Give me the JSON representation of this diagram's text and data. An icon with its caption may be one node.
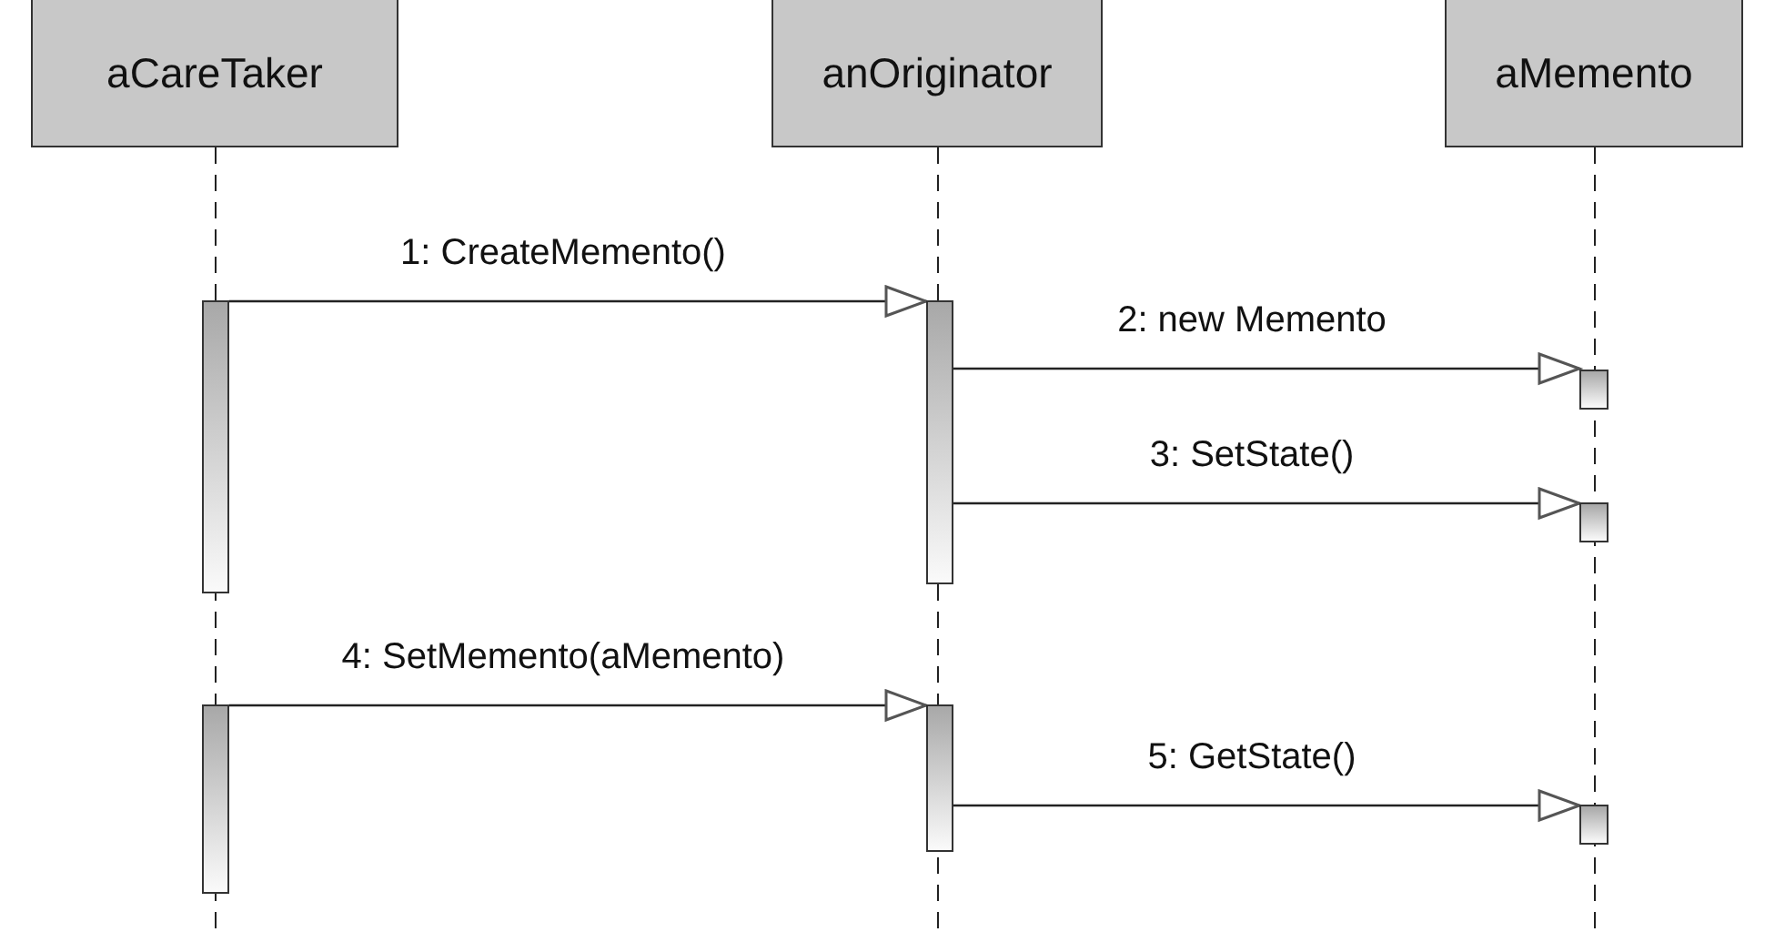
{
  "diagram": {
    "nodes": [
      {
        "text": [
          "aCareTaker"
        ]
      },
      {
        "text": [
          "anOriginator"
        ]
      },
      {
        "text": [
          "aMemento"
        ]
      },
      {
        "text": [],
        "shape": "bar"
      },
      {
        "text": [],
        "shape": "bar"
      },
      {
        "text": [],
        "shape": "bar"
      },
      {
        "text": [],
        "shape": "bar"
      },
      {
        "text": [],
        "shape": "bar"
      },
      {
        "text": [],
        "shape": "bar"
      },
      {
        "text": [],
        "shape": "bar"
      }
    ],
    "edges": [
      {
        "from": 3,
        "to": 4,
        "arrow": "to",
        "label": "1: CreateMemento()"
      },
      {
        "from": 4,
        "to": 5,
        "arrow": "to",
        "label": "2: new Memento"
      },
      {
        "from": 4,
        "to": 6,
        "arrow": "to",
        "label": "3: SetState()"
      },
      {
        "from": 7,
        "to": 8,
        "arrow": "to",
        "label": "4: SetMemento(aMemento)"
      },
      {
        "from": 8,
        "to": 9,
        "arrow": "to",
        "label": "5: GetState()"
      }
    ]
  }
}
